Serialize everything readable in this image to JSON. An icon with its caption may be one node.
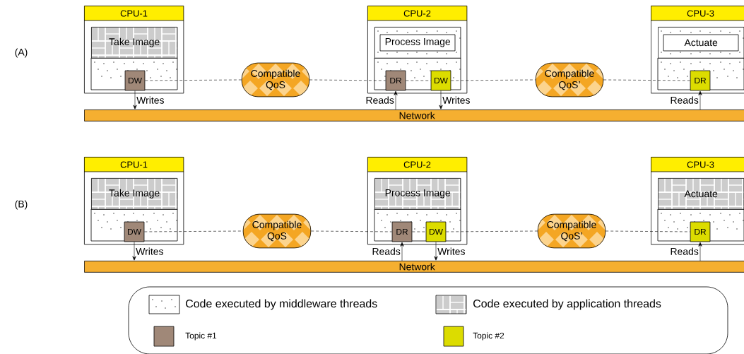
{
  "diagram": {
    "nodes": [
      {
        "text": [
          "CPU-1"
        ]
      },
      {
        "text": [
          "Take Image"
        ],
        "in": 0
      },
      {
        "text": [
          "DW"
        ],
        "in": 0
      },
      {
        "text": [
          "Compatible QoS"
        ]
      },
      {
        "text": [
          "CPU-2"
        ]
      },
      {
        "text": [
          "Process Image"
        ],
        "in": 4
      },
      {
        "text": [
          "DR"
        ],
        "in": 4
      },
      {
        "text": [
          "DW"
        ],
        "in": 4
      },
      {
        "text": [
          "Compatible QoS’"
        ]
      },
      {
        "text": [
          "CPU-3"
        ]
      },
      {
        "text": [
          "Actuate"
        ],
        "in": 9
      },
      {
        "text": [
          "DR"
        ],
        "in": 9
      },
      {
        "text": [
          "Network"
        ]
      },
      {
        "text": [
          "CPU-1"
        ]
      },
      {
        "text": [
          "Take Image"
        ],
        "in": 13
      },
      {
        "text": [
          "DW"
        ],
        "in": 13
      },
      {
        "text": [
          "Compatible QoS"
        ]
      },
      {
        "text": [
          "CPU-2"
        ]
      },
      {
        "text": [
          "Process Image"
        ],
        "in": 17
      },
      {
        "text": [
          "DR"
        ],
        "in": 17
      },
      {
        "text": [
          "DW"
        ],
        "in": 17
      },
      {
        "text": [
          "Compatible QoS’"
        ]
      },
      {
        "text": [
          "CPU-3"
        ]
      },
      {
        "text": [
          "Actuate"
        ],
        "in": 22
      },
      {
        "text": [
          "DR"
        ],
        "in": 22
      },
      {
        "text": [
          "Network"
        ]
      }
    ],
    "edges": [
      {
        "from": 2,
        "to": 12,
        "arrow": "to",
        "label": "Writes"
      },
      {
        "from": 12,
        "to": 6,
        "arrow": "to",
        "label": "Reads"
      },
      {
        "from": 7,
        "to": 12,
        "arrow": "to",
        "label": "Writes"
      },
      {
        "from": 12,
        "to": 11,
        "arrow": "to",
        "label": "Reads"
      },
      {
        "from": 2,
        "to": 3,
        "arrow": "none",
        "style": "dashed"
      },
      {
        "from": 3,
        "to": 6,
        "arrow": "none",
        "style": "dashed"
      },
      {
        "from": 6,
        "to": 7,
        "arrow": "none",
        "style": "dashed"
      },
      {
        "from": 7,
        "to": 8,
        "arrow": "none",
        "style": "dashed"
      },
      {
        "from": 8,
        "to": 11,
        "arrow": "none",
        "style": "dashed"
      },
      {
        "from": 15,
        "to": 25,
        "arrow": "to",
        "label": "Writes"
      },
      {
        "from": 25,
        "to": 19,
        "arrow": "to",
        "label": "Reads"
      },
      {
        "from": 20,
        "to": 25,
        "arrow": "to",
        "label": "Writes"
      },
      {
        "from": 25,
        "to": 24,
        "arrow": "to",
        "label": "Reads"
      },
      {
        "from": 15,
        "to": 16,
        "arrow": "none",
        "style": "dashed"
      },
      {
        "from": 16,
        "to": 19,
        "arrow": "none",
        "style": "dashed"
      },
      {
        "from": 19,
        "to": 20,
        "arrow": "none",
        "style": "dashed"
      },
      {
        "from": 20,
        "to": 21,
        "arrow": "none",
        "style": "dashed"
      },
      {
        "from": 21,
        "to": 24,
        "arrow": "none",
        "style": "dashed"
      }
    ],
    "labels": [
      "(A)",
      "(B)"
    ],
    "legend": [
      {
        "text": "Code executed by middleware threads"
      },
      {
        "text": "Code executed by application threads"
      },
      {
        "text": "Topic #1",
        "color": "#a08878"
      },
      {
        "text": "Topic #2",
        "color": "#dcdc00"
      }
    ]
  }
}
